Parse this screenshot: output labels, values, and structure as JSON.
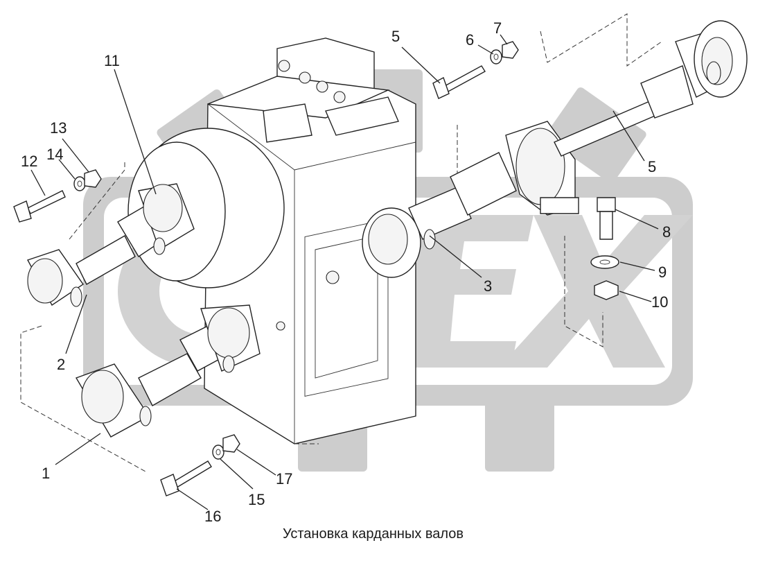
{
  "caption": "Установка карданных валов",
  "watermark": {
    "text": "OPEX",
    "color": "#c8c8c8"
  },
  "callouts": [
    {
      "id": "1",
      "label": "1"
    },
    {
      "id": "2",
      "label": "2"
    },
    {
      "id": "3",
      "label": "3"
    },
    {
      "id": "5a",
      "label": "5"
    },
    {
      "id": "5b",
      "label": "5"
    },
    {
      "id": "6",
      "label": "6"
    },
    {
      "id": "7",
      "label": "7"
    },
    {
      "id": "8",
      "label": "8"
    },
    {
      "id": "9",
      "label": "9"
    },
    {
      "id": "10",
      "label": "10"
    },
    {
      "id": "11",
      "label": "11"
    },
    {
      "id": "12",
      "label": "12"
    },
    {
      "id": "13",
      "label": "13"
    },
    {
      "id": "14",
      "label": "14"
    },
    {
      "id": "15",
      "label": "15"
    },
    {
      "id": "16",
      "label": "16"
    },
    {
      "id": "17",
      "label": "17"
    }
  ]
}
